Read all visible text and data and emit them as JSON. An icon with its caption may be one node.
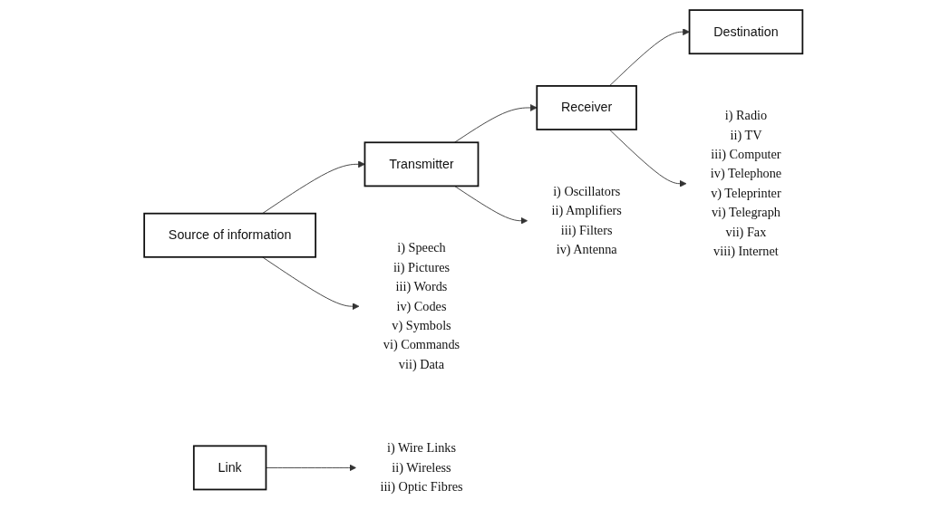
{
  "diagram": {
    "nodes": [
      {
        "text": [
          "Source of information"
        ]
      },
      {
        "text": [
          "Transmitter"
        ]
      },
      {
        "text": [
          "Receiver"
        ]
      },
      {
        "text": [
          "Destination"
        ]
      },
      {
        "text": [
          "Link"
        ]
      },
      {
        "text": [
          "i) Speech",
          "ii) Pictures",
          "iii) Words",
          "iv) Codes",
          "v) Symbols",
          "vi) Commands",
          "vii) Data"
        ]
      },
      {
        "text": [
          "i) Oscillators",
          "ii) Amplifiers",
          "iii) Filters",
          "iv) Antenna"
        ]
      },
      {
        "text": [
          "i) Wire Links",
          "ii) Wireless",
          "iii) Optic Fibres"
        ]
      },
      {
        "text": [
          "i) Radio",
          "ii) TV",
          "iii) Computer",
          "iv) Telephone",
          "v) Teleprinter",
          "vi) Telegraph",
          "vii) Fax",
          "viii) Internet"
        ]
      }
    ],
    "edges": [
      {
        "from": 0,
        "to": 1,
        "arrow": "to"
      },
      {
        "from": 1,
        "to": 2,
        "arrow": "to"
      },
      {
        "from": 2,
        "to": 3,
        "arrow": "to"
      },
      {
        "from": 0,
        "to": 5,
        "arrow": "to"
      },
      {
        "from": 1,
        "to": 6,
        "arrow": "to"
      },
      {
        "from": 4,
        "to": 7,
        "arrow": "to"
      },
      {
        "from": 2,
        "to": 8,
        "arrow": "to"
      }
    ]
  }
}
